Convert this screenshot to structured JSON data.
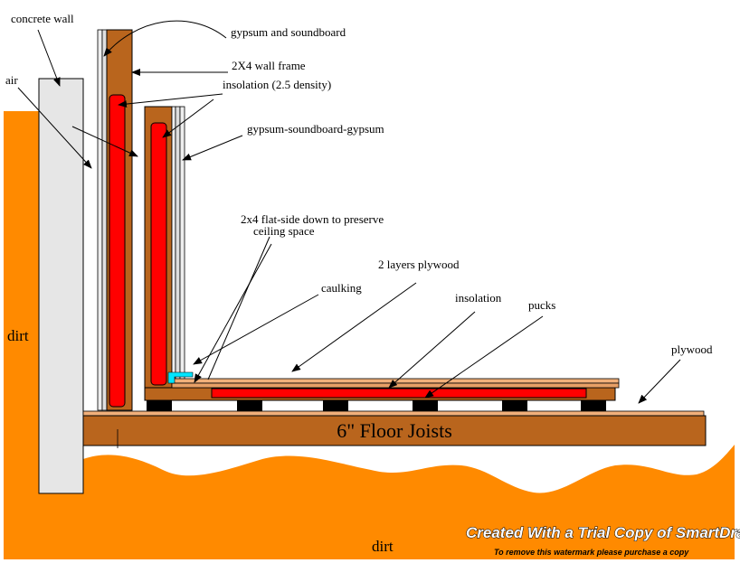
{
  "colors": {
    "dirt": "#ff8a00",
    "wood": "#b9651d",
    "insulation": "#ff0000",
    "concrete": "#e6e6e6",
    "plywood": "#f2b07a",
    "caulking": "#00e5ff",
    "pucks": "#000000"
  },
  "labels": {
    "concrete_wall": "concrete wall",
    "air": "air",
    "gypsum_soundboard": "gypsum and soundboard",
    "wall_frame": "2X4 wall frame",
    "insolation_wall": "insolation (2.5 density)",
    "gypsum_soundboard_gypsum": "gypsum-soundboard-gypsum",
    "flat_side_line1": "2x4 flat-side down to preserve",
    "flat_side_line2": "ceiling space",
    "plywood_2_layers": "2 layers plywood",
    "caulking": "caulking",
    "insolation_floor": "insolation",
    "pucks": "pucks",
    "plywood": "plywood",
    "dirt_left": "dirt",
    "dirt_bottom": "dirt",
    "floor_joists": "6\" Floor Joists"
  },
  "watermark": {
    "main": "Created With a Trial Copy of SmartDraw",
    "sub": "To remove this watermark please purchase a copy"
  }
}
